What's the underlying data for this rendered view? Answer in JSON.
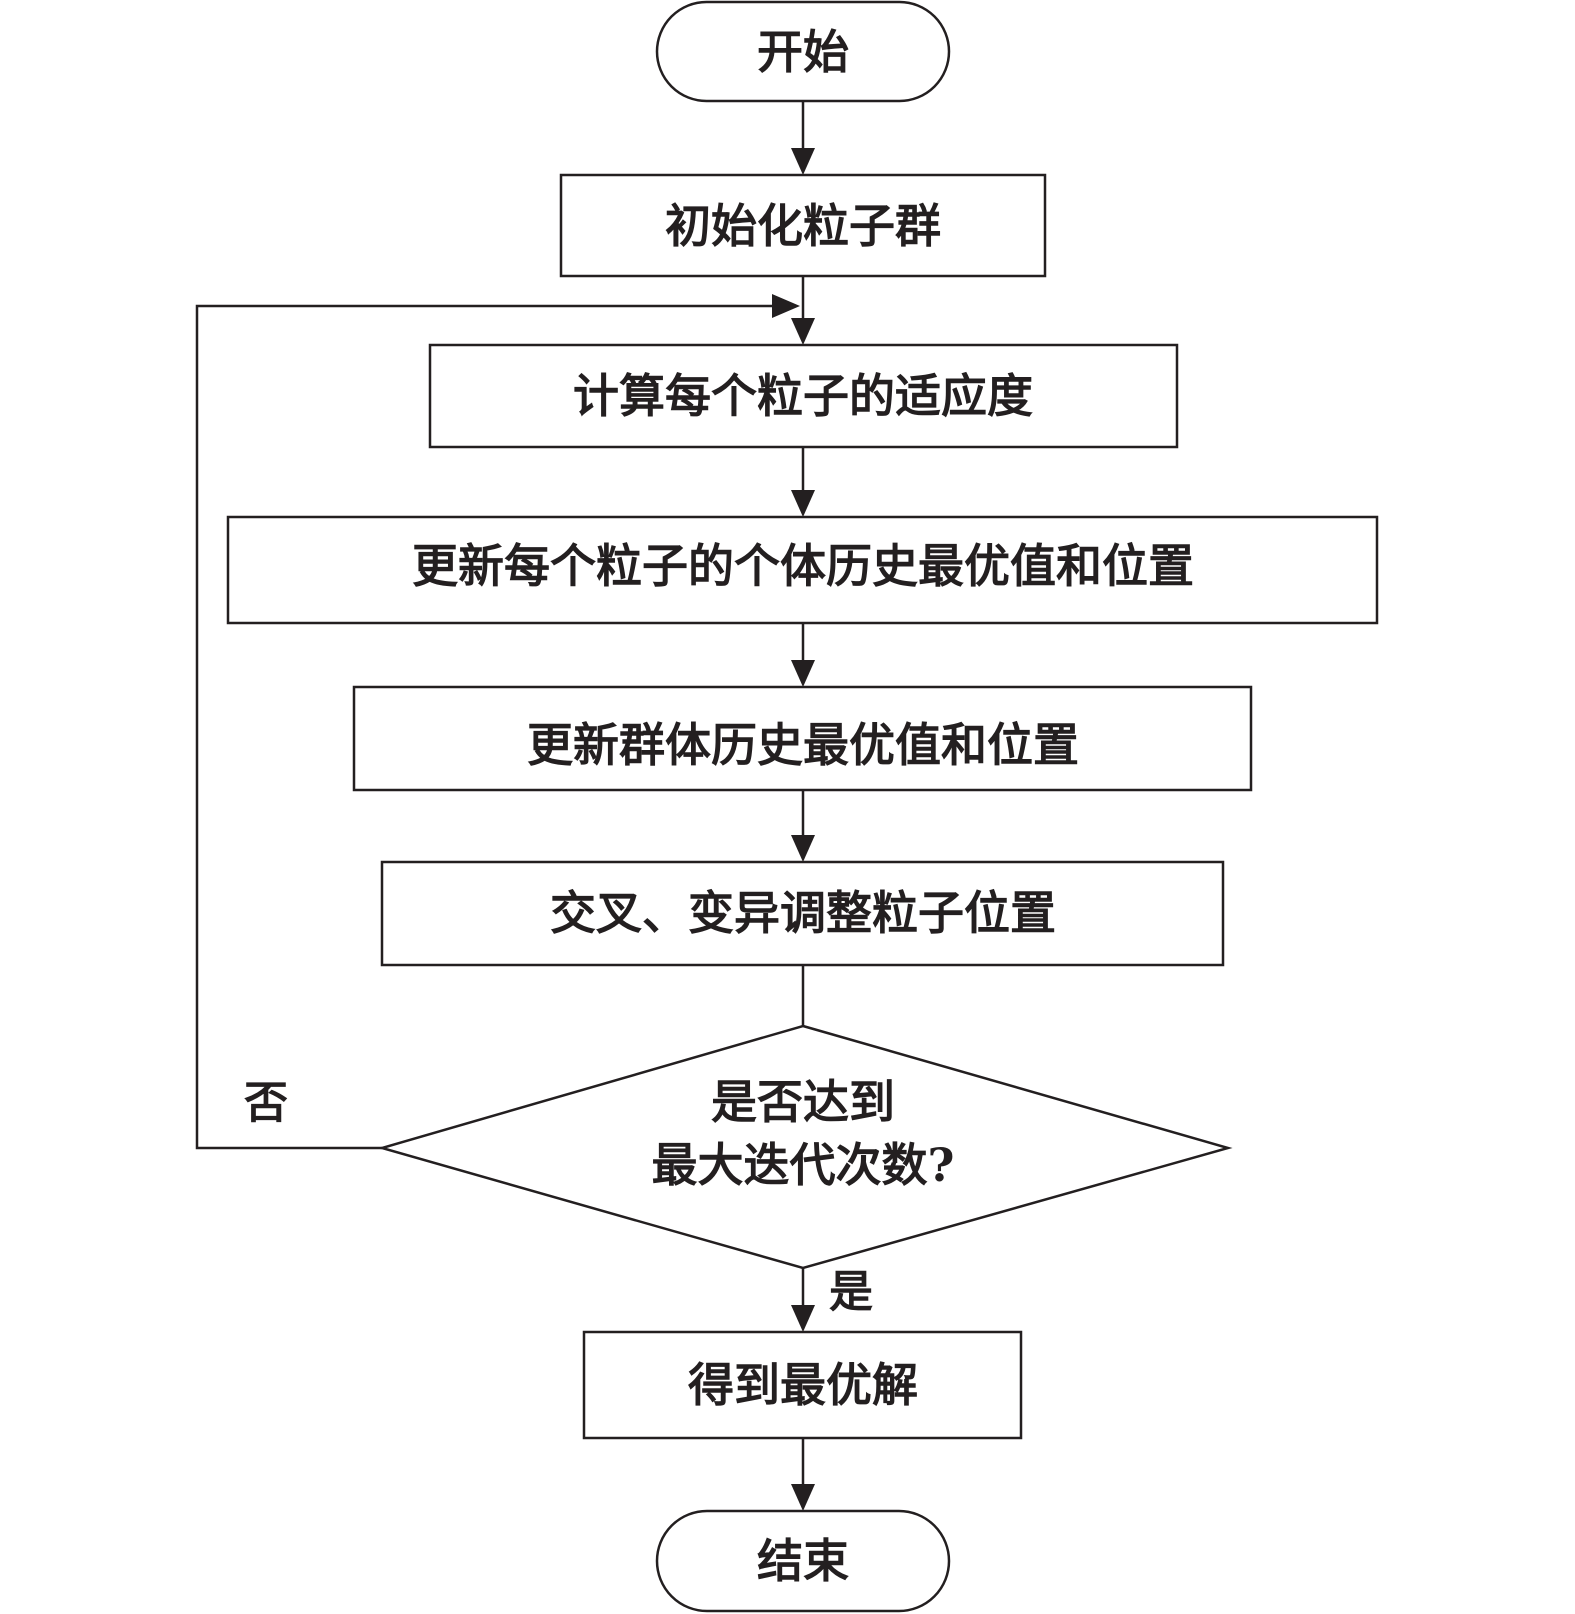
{
  "flowchart": {
    "start_label": "开始",
    "init_label": "初始化粒子群",
    "fitness_label": "计算每个粒子的适应度",
    "personal_best_label": "更新每个粒子的个体历史最优值和位置",
    "global_best_label": "更新群体历史最优值和位置",
    "crossover_label": "交叉、变异调整粒子位置",
    "decision_line1": "是否达到",
    "decision_line2": "最大迭代次数?",
    "no_label": "否",
    "yes_label": "是",
    "result_label": "得到最优解",
    "end_label": "结束"
  },
  "colors": {
    "stroke": "#231f20",
    "background": "#ffffff"
  }
}
